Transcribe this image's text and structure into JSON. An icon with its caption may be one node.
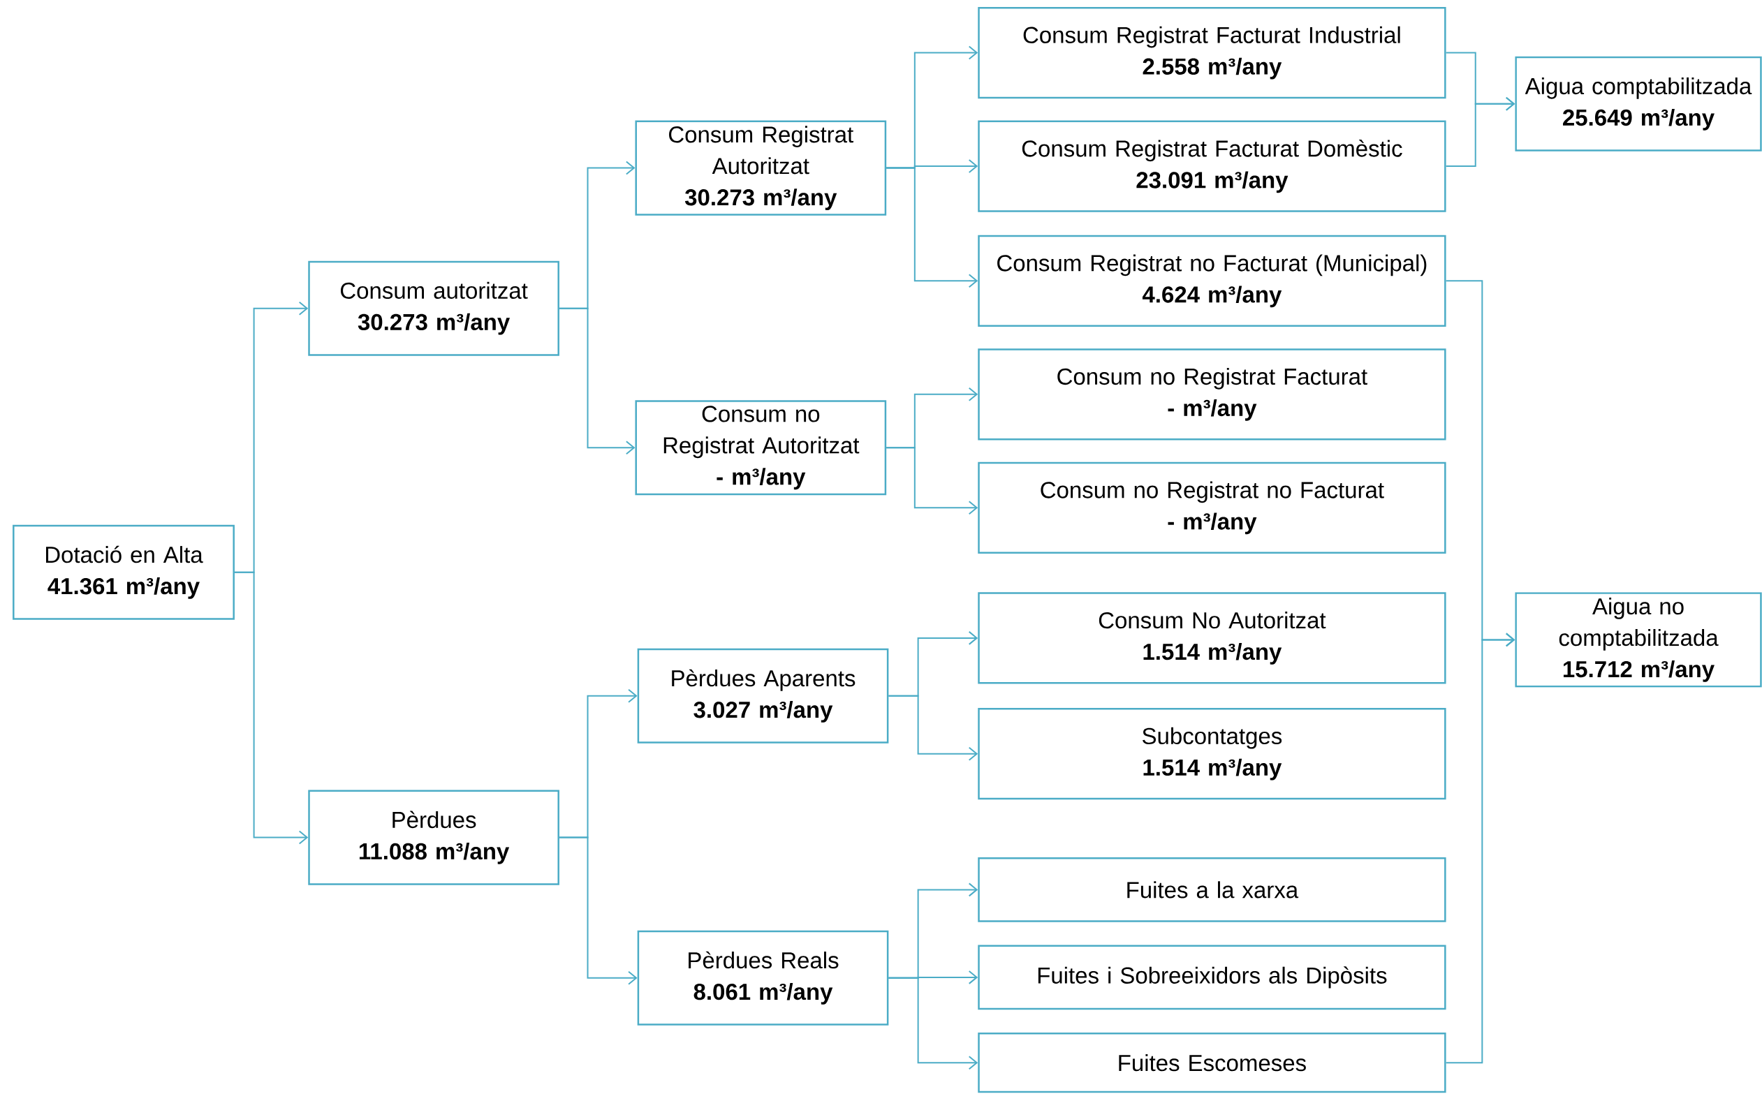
{
  "diagram": {
    "nodes": [
      {
        "text": [
          "Dotació en Alta",
          "41.361 m³/any"
        ]
      },
      {
        "text": [
          "Consum autoritzat",
          "30.273 m³/any"
        ]
      },
      {
        "text": [
          "Pèrdues",
          "11.088 m³/any"
        ]
      },
      {
        "text": [
          "Consum Registrat Autoritzat",
          "30.273 m³/any"
        ]
      },
      {
        "text": [
          "Consum no Registrat Autoritzat",
          "- m³/any"
        ]
      },
      {
        "text": [
          "Pèrdues Aparents",
          "3.027 m³/any"
        ]
      },
      {
        "text": [
          "Pèrdues Reals",
          "8.061 m³/any"
        ]
      },
      {
        "text": [
          "Consum Registrat Facturat Industrial",
          "2.558 m³/any"
        ]
      },
      {
        "text": [
          "Consum Registrat Facturat Domèstic",
          "23.091 m³/any"
        ]
      },
      {
        "text": [
          "Consum Registrat no Facturat (Municipal)",
          "4.624 m³/any"
        ]
      },
      {
        "text": [
          "Consum no Registrat Facturat",
          "- m³/any"
        ]
      },
      {
        "text": [
          "Consum no Registrat no Facturat",
          "- m³/any"
        ]
      },
      {
        "text": [
          "Consum No Autoritzat",
          "1.514 m³/any"
        ]
      },
      {
        "text": [
          "Subcontatges",
          "1.514 m³/any"
        ]
      },
      {
        "text": [
          "Fuites a la xarxa"
        ]
      },
      {
        "text": [
          "Fuites i Sobreeixidors als Dipòsits"
        ]
      },
      {
        "text": [
          "Fuites Escomeses"
        ]
      },
      {
        "text": [
          "Aigua comptabilitzada",
          "25.649 m³/any"
        ]
      },
      {
        "text": [
          "Aigua no comptabilitzada",
          "15.712 m³/any"
        ]
      }
    ],
    "edges": [
      {
        "from": 0,
        "to": 1,
        "arrow": "to"
      },
      {
        "from": 0,
        "to": 2,
        "arrow": "to"
      },
      {
        "from": 1,
        "to": 3,
        "arrow": "to"
      },
      {
        "from": 1,
        "to": 4,
        "arrow": "to"
      },
      {
        "from": 2,
        "to": 5,
        "arrow": "to"
      },
      {
        "from": 2,
        "to": 6,
        "arrow": "to"
      },
      {
        "from": 3,
        "to": 7,
        "arrow": "to"
      },
      {
        "from": 3,
        "to": 8,
        "arrow": "to"
      },
      {
        "from": 3,
        "to": 9,
        "arrow": "to"
      },
      {
        "from": 4,
        "to": 10,
        "arrow": "to"
      },
      {
        "from": 4,
        "to": 11,
        "arrow": "to"
      },
      {
        "from": 5,
        "to": 12,
        "arrow": "to"
      },
      {
        "from": 5,
        "to": 13,
        "arrow": "to"
      },
      {
        "from": 6,
        "to": 14,
        "arrow": "to"
      },
      {
        "from": 6,
        "to": 15,
        "arrow": "to"
      },
      {
        "from": 6,
        "to": 16,
        "arrow": "to"
      },
      {
        "from": 7,
        "to": 17,
        "arrow": "to"
      },
      {
        "from": 8,
        "to": 17,
        "arrow": "to"
      },
      {
        "from": 9,
        "to": 18,
        "arrow": "to"
      },
      {
        "from": 16,
        "to": 18,
        "arrow": "to"
      }
    ]
  }
}
